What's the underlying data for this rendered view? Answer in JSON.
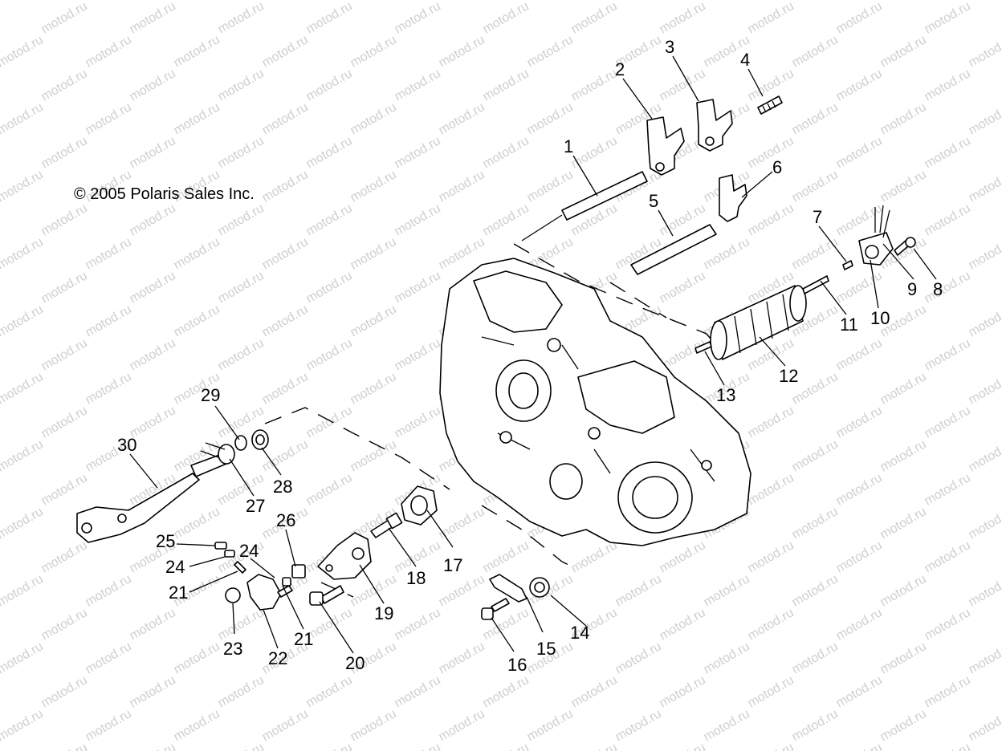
{
  "copyright": "© 2005 Polaris Sales Inc.",
  "watermark": "motod.ru",
  "callouts": [
    "1",
    "2",
    "3",
    "4",
    "5",
    "6",
    "7",
    "8",
    "9",
    "10",
    "11",
    "12",
    "13",
    "14",
    "15",
    "16",
    "17",
    "18",
    "19",
    "20",
    "21",
    "21",
    "22",
    "23",
    "24",
    "24",
    "25",
    "26",
    "27",
    "28",
    "29",
    "30"
  ]
}
